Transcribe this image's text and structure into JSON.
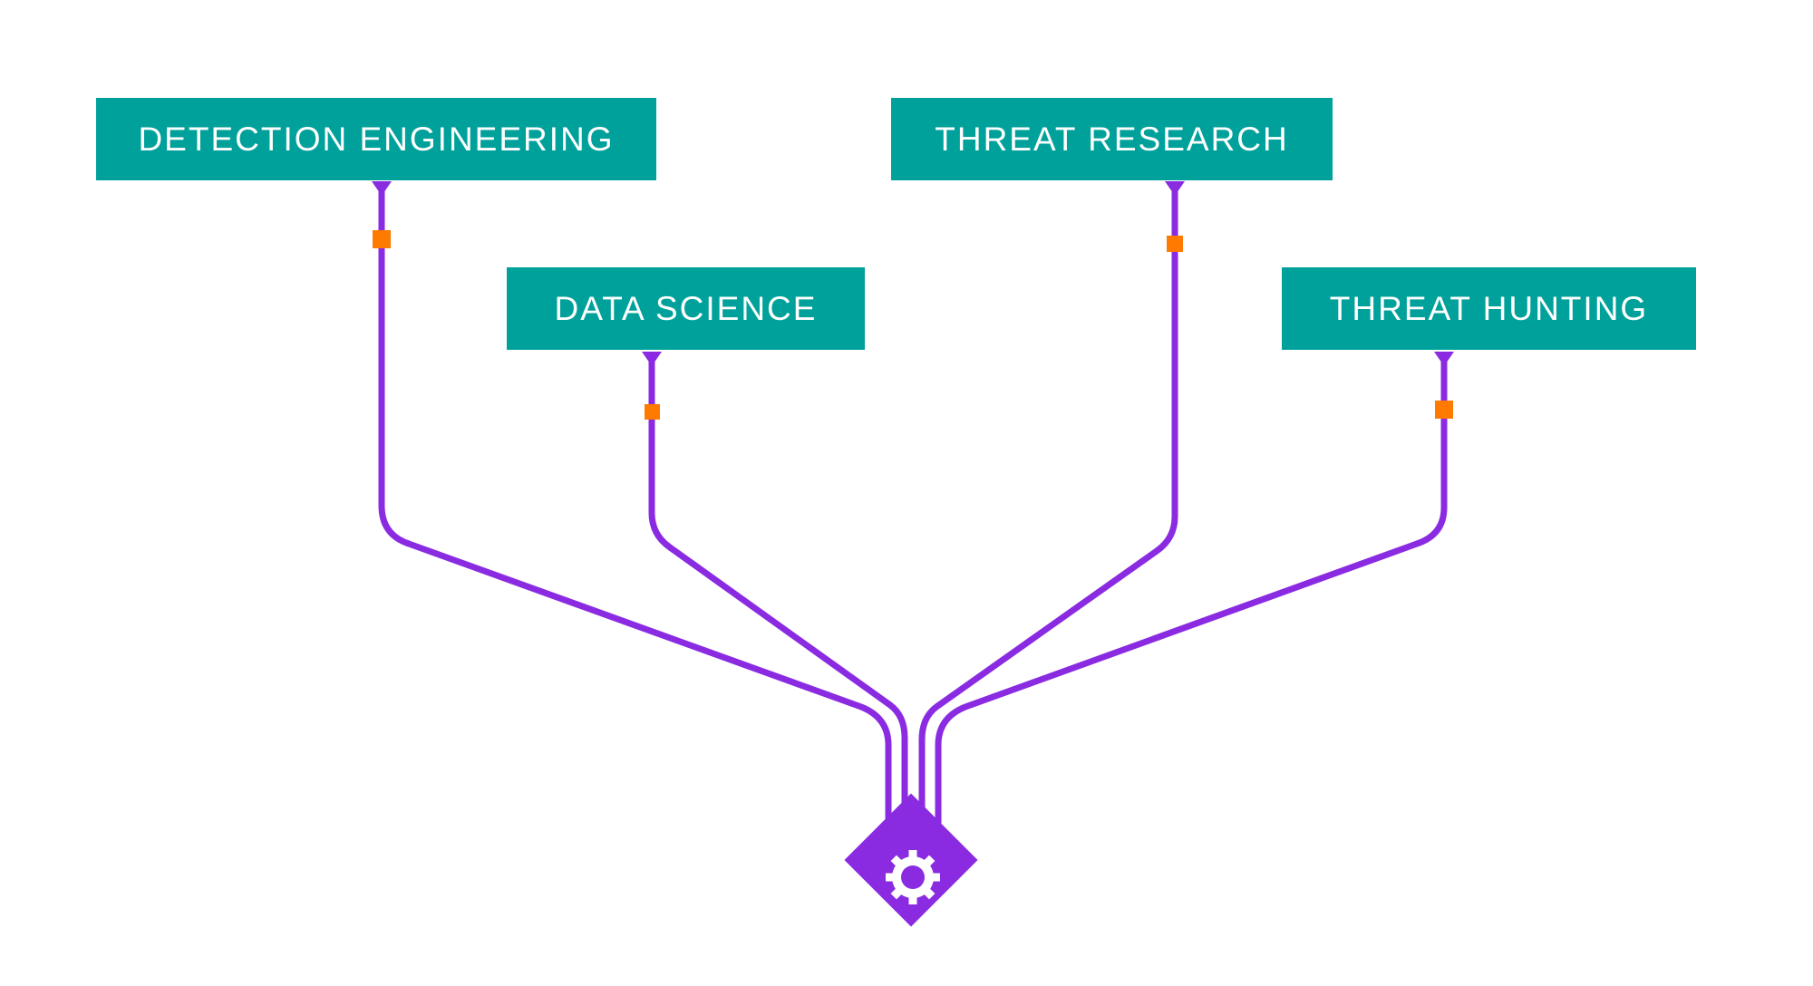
{
  "colors": {
    "teal": "#00A19B",
    "purple": "#8A2BE2",
    "orange": "#FF7A00",
    "text_on_teal": "#FFFFFF"
  },
  "teams": [
    {
      "id": "detection",
      "label": "DETECTION ENGINEERING"
    },
    {
      "id": "science",
      "label": "DATA SCIENCE"
    },
    {
      "id": "research",
      "label": "THREAT RESEARCH"
    },
    {
      "id": "hunting",
      "label": "THREAT HUNTING"
    }
  ],
  "hub": {
    "icon": "gear-icon"
  }
}
